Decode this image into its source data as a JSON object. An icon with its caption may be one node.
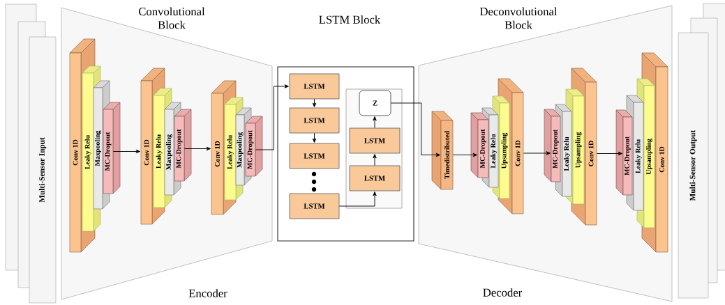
{
  "diagram": {
    "nodes": [
      {
        "text": [
          "Multi-Sensor Input"
        ]
      },
      {
        "text": [
          "Convolutional Block",
          "Encoder"
        ]
      },
      {
        "text": [
          "Conv 1D"
        ],
        "in": 1
      },
      {
        "text": [
          "Leaky Relu"
        ],
        "in": 1
      },
      {
        "text": [
          "Maxpooling"
        ],
        "in": 1
      },
      {
        "text": [
          "MC-Dropout"
        ],
        "in": 1
      },
      {
        "text": [
          "Conv 1D"
        ],
        "in": 1
      },
      {
        "text": [
          "Leaky Relu"
        ],
        "in": 1
      },
      {
        "text": [
          "Maxpooling"
        ],
        "in": 1
      },
      {
        "text": [
          "MC-Dropout"
        ],
        "in": 1
      },
      {
        "text": [
          "Conv 1D"
        ],
        "in": 1
      },
      {
        "text": [
          "Leaky Relu"
        ],
        "in": 1
      },
      {
        "text": [
          "Maxpooling"
        ],
        "in": 1
      },
      {
        "text": [
          "MC-Dropout"
        ],
        "in": 1
      },
      {
        "text": [
          "LSTM Block"
        ]
      },
      {
        "text": [
          "LSTM"
        ],
        "in": 14
      },
      {
        "text": [
          "LSTM"
        ],
        "in": 14
      },
      {
        "text": [
          "LSTM"
        ],
        "in": 14
      },
      {
        "text": [
          "LSTM"
        ],
        "in": 14
      },
      {
        "text": [],
        "shape": "box",
        "in": 14
      },
      {
        "text": [
          "Z"
        ],
        "in": 19
      },
      {
        "text": [
          "LSTM"
        ],
        "in": 19
      },
      {
        "text": [
          "LSTM"
        ],
        "in": 19
      },
      {
        "text": [
          "Deconvolutional Block",
          "Decoder"
        ]
      },
      {
        "text": [
          "Timedistributed"
        ],
        "in": 23
      },
      {
        "text": [
          "MC-Dropout"
        ],
        "in": 23
      },
      {
        "text": [
          "Leaky Relu"
        ],
        "in": 23
      },
      {
        "text": [
          "Upsampling"
        ],
        "in": 23
      },
      {
        "text": [
          "Conv 1D"
        ],
        "in": 23
      },
      {
        "text": [
          "MC-Dropout"
        ],
        "in": 23
      },
      {
        "text": [
          "Leaky Relu"
        ],
        "in": 23
      },
      {
        "text": [
          "Upsampling"
        ],
        "in": 23
      },
      {
        "text": [
          "Conv 1D"
        ],
        "in": 23
      },
      {
        "text": [
          "MC-Dropout"
        ],
        "in": 23
      },
      {
        "text": [
          "Leaky Relu"
        ],
        "in": 23
      },
      {
        "text": [
          "Upsampling"
        ],
        "in": 23
      },
      {
        "text": [
          "Conv 1D"
        ],
        "in": 23
      },
      {
        "text": [
          "Multi-Sensor Output"
        ]
      }
    ],
    "edges": [
      {
        "from": 5,
        "to": 6,
        "arrow": "to"
      },
      {
        "from": 9,
        "to": 10,
        "arrow": "to"
      },
      {
        "from": 13,
        "to": 15,
        "arrow": "to"
      },
      {
        "from": 15,
        "to": 16,
        "arrow": "to"
      },
      {
        "from": 16,
        "to": 17,
        "arrow": "to"
      },
      {
        "from": 18,
        "to": 22,
        "arrow": "to"
      },
      {
        "from": 22,
        "to": 21,
        "arrow": "to"
      },
      {
        "from": 21,
        "to": 20,
        "arrow": "to"
      },
      {
        "from": 20,
        "to": 24,
        "arrow": "to"
      },
      {
        "from": 24,
        "to": 25,
        "arrow": "to"
      },
      {
        "from": 28,
        "to": 29,
        "arrow": "to"
      },
      {
        "from": 32,
        "to": 33,
        "arrow": "to"
      }
    ]
  }
}
